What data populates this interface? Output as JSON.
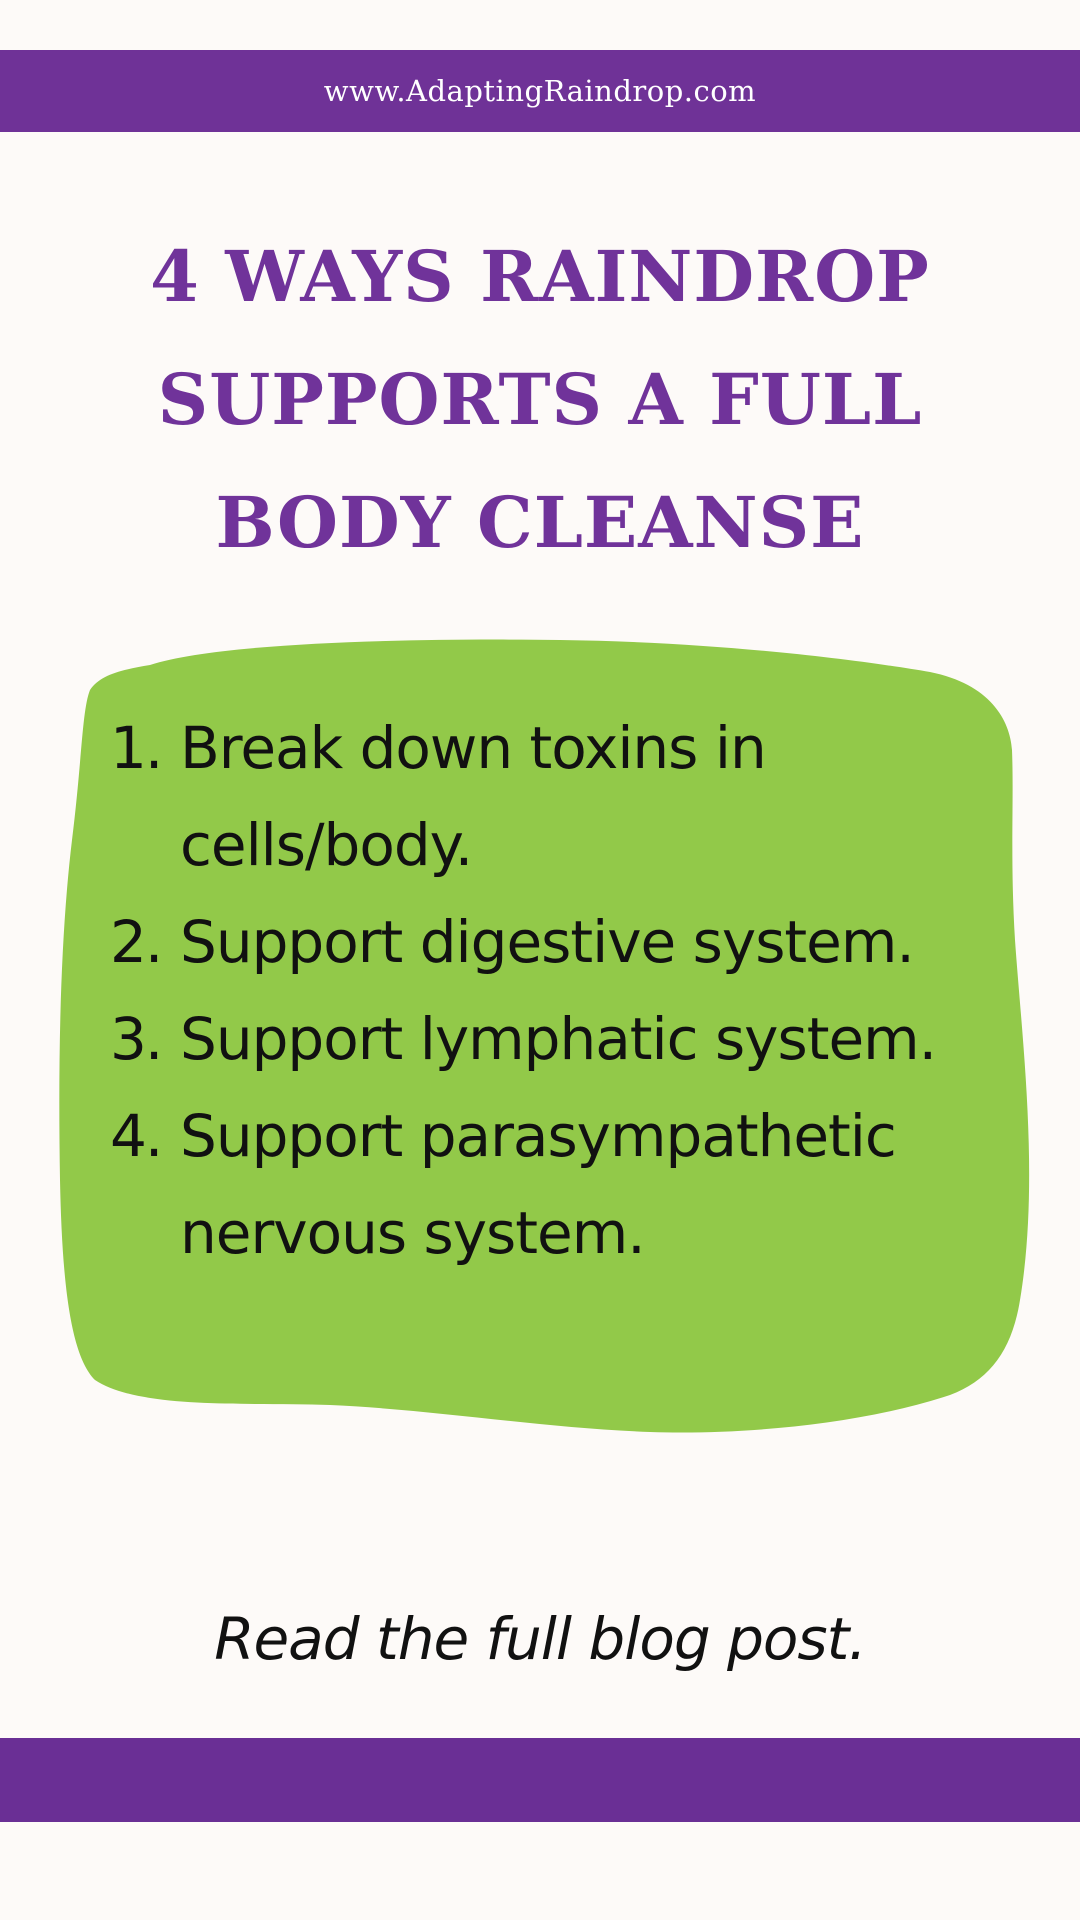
{
  "header": {
    "url": "www.AdaptingRaindrop.com"
  },
  "title": {
    "lines": [
      "4 WAYS RAINDROP",
      "SUPPORTS A FULL",
      "BODY CLEANSE"
    ]
  },
  "list": {
    "items": [
      {
        "num": "1.",
        "text": "Break down toxins in cells/body."
      },
      {
        "num": "2.",
        "text": "Support digestive system."
      },
      {
        "num": "3.",
        "text": "Support lymphatic system."
      },
      {
        "num": "4.",
        "text": "Support parasympathetic nervous system."
      }
    ]
  },
  "cta": {
    "text": "Read the full blog post."
  },
  "colors": {
    "purple": "#6f3297",
    "green": "#92c949",
    "background": "#fdfaf8"
  }
}
